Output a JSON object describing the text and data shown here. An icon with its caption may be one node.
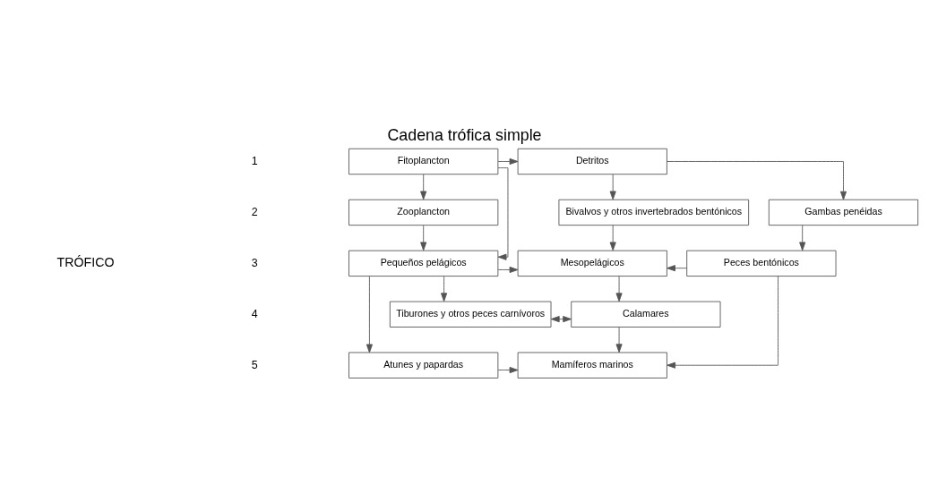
{
  "diagram": {
    "title": "Cadena trófica simple",
    "nodes": [
      {
        "text": [
          "Atunes y papardas"
        ]
      },
      {
        "text": [
          "Mamíferos marinos"
        ]
      },
      {
        "text": [
          "Tiburones y otros peces carnívoros"
        ]
      },
      {
        "text": [
          "Calamares"
        ]
      },
      {
        "text": [
          "Pequeños pelágicos"
        ]
      },
      {
        "text": [
          "Mesopelágicos"
        ]
      },
      {
        "text": [
          "Peces bentónicos"
        ]
      },
      {
        "text": [
          "Zooplancton"
        ]
      },
      {
        "text": [
          "Bivalvos y otros invertebrados bentónicos"
        ]
      },
      {
        "text": [
          "Gambas penéidas"
        ]
      },
      {
        "text": [
          "Fitoplancton"
        ]
      },
      {
        "text": [
          "Detritos"
        ]
      }
    ],
    "edges": [
      {
        "from": 4,
        "to": 0,
        "arrow": "to"
      },
      {
        "from": 4,
        "to": 2,
        "arrow": "to"
      },
      {
        "from": 2,
        "to": 3,
        "arrow": "both"
      },
      {
        "from": 0,
        "to": 1,
        "arrow": "to"
      },
      {
        "from": 3,
        "to": 1,
        "arrow": "to"
      },
      {
        "from": 6,
        "to": 1,
        "arrow": "to"
      },
      {
        "from": 4,
        "to": 5,
        "arrow": "to"
      },
      {
        "from": 6,
        "to": 5,
        "arrow": "to"
      },
      {
        "from": 5,
        "to": 3,
        "arrow": "to"
      },
      {
        "from": 10,
        "to": 4,
        "arrow": "to"
      },
      {
        "from": 7,
        "to": 4,
        "arrow": "to"
      },
      {
        "from": 10,
        "to": 7,
        "arrow": "to"
      },
      {
        "from": 8,
        "to": 5,
        "arrow": "to"
      },
      {
        "from": 9,
        "to": 6,
        "arrow": "to"
      },
      {
        "from": 10,
        "to": 11,
        "arrow": "to"
      },
      {
        "from": 11,
        "to": 8,
        "arrow": "to"
      },
      {
        "from": 11,
        "to": 9,
        "arrow": "to"
      }
    ],
    "labels": [
      "5",
      "TRÓFICO",
      "4",
      "3",
      "2",
      "1"
    ]
  }
}
